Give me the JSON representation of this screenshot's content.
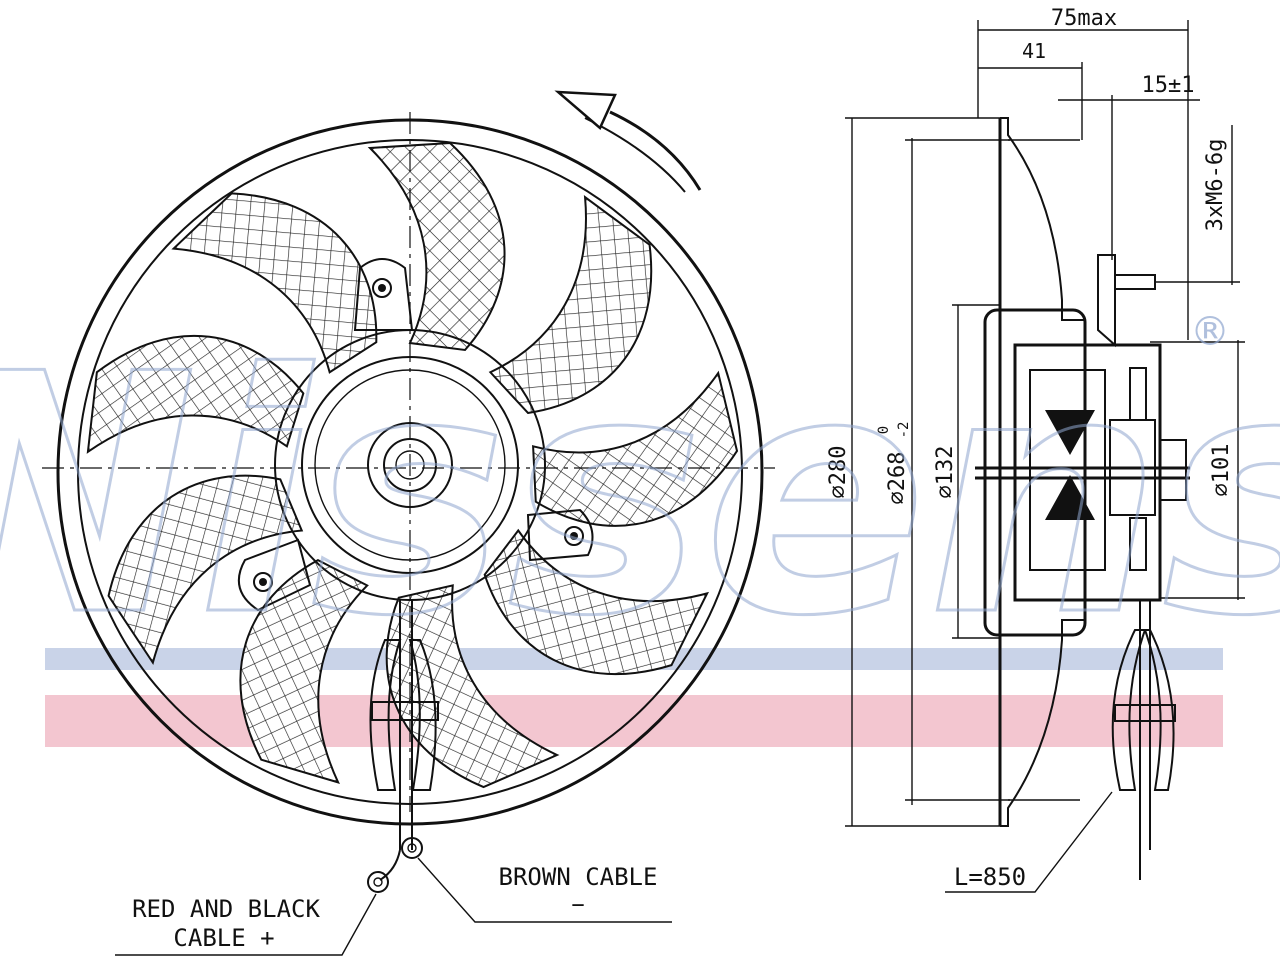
{
  "watermark": {
    "text": "Nissens",
    "registered_mark": "®",
    "color": "#8fa6cf",
    "stripe_blue": "#c9d3e8",
    "stripe_red": "#f3c6d0"
  },
  "dimensions": {
    "total_depth": "75max",
    "hub_depth": "41",
    "stud_length": "15±1",
    "thread": "3xM6-6g",
    "outer_diameter": "⌀280",
    "blade_diameter": "⌀268",
    "blade_tol_upper": "0",
    "blade_tol_lower": "-2",
    "motor_diameter": "⌀132",
    "flange_diameter": "⌀101",
    "cable_length": "L=850"
  },
  "cables": {
    "brown_line1": "BROWN CABLE",
    "brown_line2": "−",
    "red_black_line1": "RED AND BLACK",
    "red_black_line2": "CABLE +"
  }
}
